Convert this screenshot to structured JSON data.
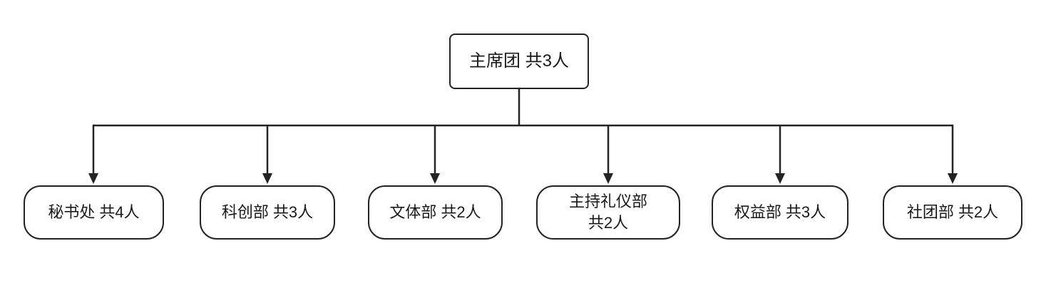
{
  "diagram": {
    "title": "student-union-org-chart",
    "root": {
      "label": "主席团 共3人"
    },
    "departments": [
      {
        "label": "秘书处 共4人"
      },
      {
        "label": "科创部 共3人"
      },
      {
        "label": "文体部 共2人"
      },
      {
        "label": "主持礼仪部",
        "label_line2": "共2人"
      },
      {
        "label": "权益部 共3人"
      },
      {
        "label": "社团部 共2人"
      }
    ]
  },
  "colors": {
    "stroke": "#232323",
    "box_fill": "#ffffff",
    "text": "#1a1a1a"
  }
}
